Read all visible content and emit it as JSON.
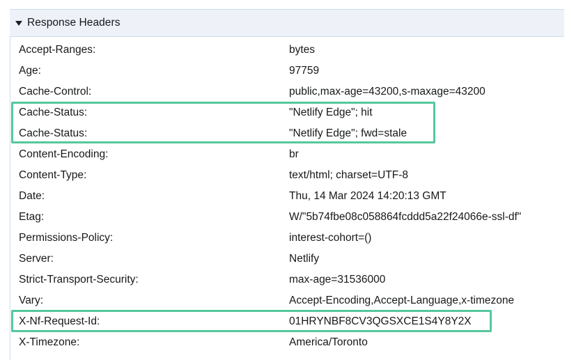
{
  "section": {
    "title": "Response Headers",
    "expanded": true,
    "disclosure_icon": "triangle-down-icon"
  },
  "table": {
    "rows": [
      {
        "name": "Accept-Ranges:",
        "value": "bytes"
      },
      {
        "name": "Age:",
        "value": "97759"
      },
      {
        "name": "Cache-Control:",
        "value": "public,max-age=43200,s-maxage=43200"
      },
      {
        "name": "Cache-Status:",
        "value": "\"Netlify Edge\"; hit"
      },
      {
        "name": "Cache-Status:",
        "value": "\"Netlify Edge\"; fwd=stale"
      },
      {
        "name": "Content-Encoding:",
        "value": "br"
      },
      {
        "name": "Content-Type:",
        "value": "text/html; charset=UTF-8"
      },
      {
        "name": "Date:",
        "value": "Thu, 14 Mar 2024 14:20:13 GMT"
      },
      {
        "name": "Etag:",
        "value": "W/\"5b74fbe08c058864fcddd5a22f24066e-ssl-df\""
      },
      {
        "name": "Permissions-Policy:",
        "value": "interest-cohort=()"
      },
      {
        "name": "Server:",
        "value": "Netlify"
      },
      {
        "name": "Strict-Transport-Security:",
        "value": "max-age=31536000"
      },
      {
        "name": "Vary:",
        "value": "Accept-Encoding,Accept-Language,x-timezone"
      },
      {
        "name": "X-Nf-Request-Id:",
        "value": "01HRYNBF8CV3QGSXCE1S4Y8Y2X"
      },
      {
        "name": "X-Timezone:",
        "value": "America/Toronto"
      }
    ]
  },
  "annotations": {
    "highlight_color": "#55c79c",
    "boxes": [
      {
        "id": "hl-cache-status",
        "targets": [
          "Cache-Status:",
          "Cache-Status:"
        ]
      },
      {
        "id": "hl-request-id",
        "targets": [
          "X-Nf-Request-Id:"
        ]
      }
    ]
  },
  "colors": {
    "header_bar_background": "#eef2f8",
    "header_bar_border": "#cddcf0",
    "text": "#16181a",
    "page_background": "#ffffff"
  }
}
